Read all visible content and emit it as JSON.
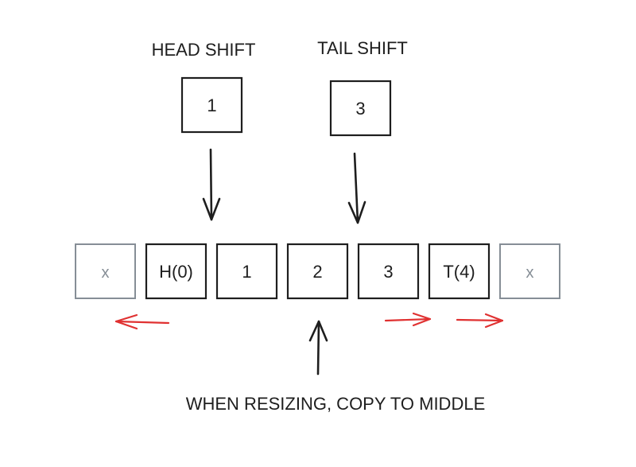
{
  "labels": {
    "head_shift": "HEAD SHIFT",
    "tail_shift": "TAIL SHIFT",
    "resize_note": "WHEN RESIZING, COPY TO MIDDLE"
  },
  "shift_values": {
    "head": "1",
    "tail": "3"
  },
  "buffer_cells": [
    {
      "text": "x",
      "kind": "placeholder"
    },
    {
      "text": "H(0)",
      "kind": "head"
    },
    {
      "text": "1",
      "kind": "element"
    },
    {
      "text": "2",
      "kind": "element"
    },
    {
      "text": "3",
      "kind": "element"
    },
    {
      "text": "T(4)",
      "kind": "tail"
    },
    {
      "text": "x",
      "kind": "placeholder"
    }
  ],
  "colors": {
    "ink": "#1e1e1e",
    "placeholder": "#868e96",
    "shift_arrow": "#e03131",
    "background": "#ffffff"
  }
}
